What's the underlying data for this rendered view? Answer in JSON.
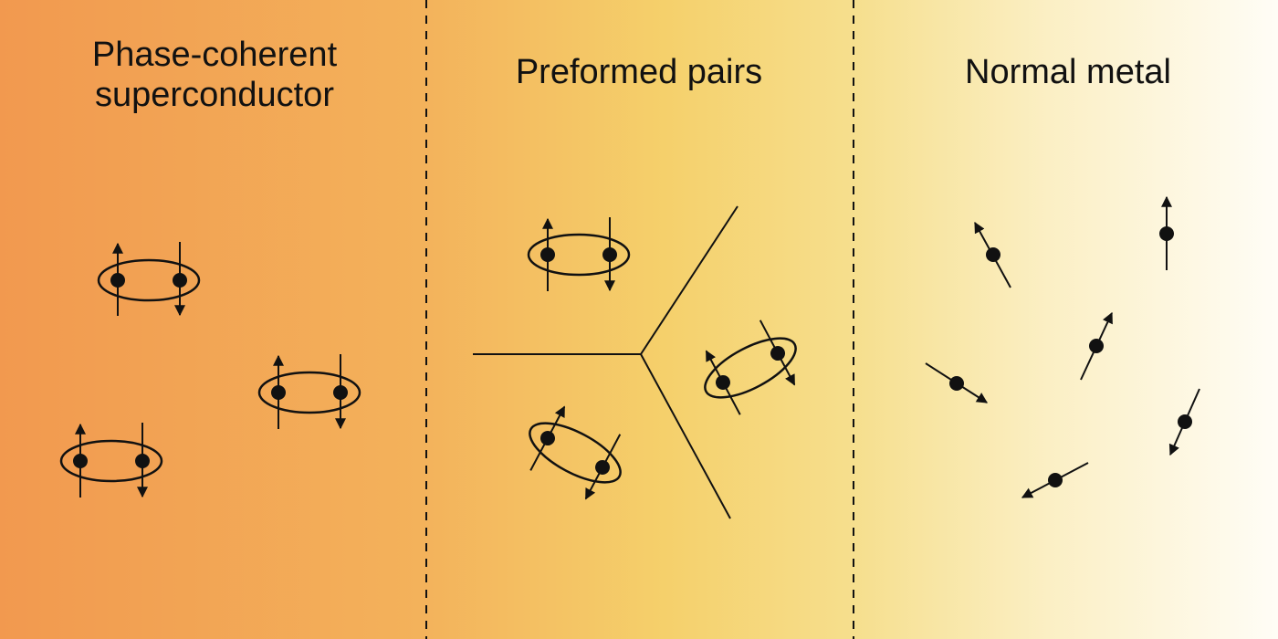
{
  "panels": [
    {
      "title": "Phase-coherent superconductor",
      "title_lines": [
        "Phase-coherent",
        "superconductor"
      ]
    },
    {
      "title": "Preformed pairs"
    },
    {
      "title": "Normal metal"
    }
  ],
  "colors": {
    "gradient_left": "#f2994f",
    "gradient_mid": "#f5d872",
    "gradient_right": "#fffdf6",
    "ink": "#111111"
  }
}
